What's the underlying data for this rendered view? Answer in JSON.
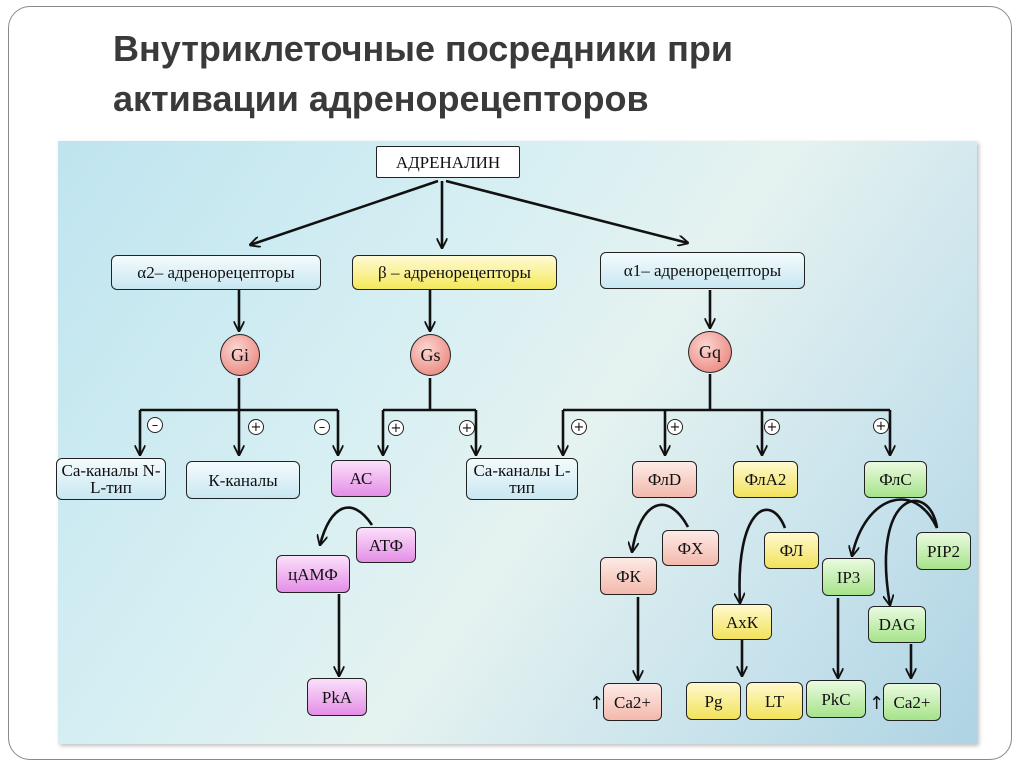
{
  "slide": {
    "title_lines": [
      "Внутриклеточные посредники при",
      "активации адренорецепторов"
    ]
  },
  "diagram": {
    "root": "АДРЕНАЛИН",
    "receptors": {
      "alpha2": "α2– адренорецепторы",
      "beta": "β – адренорецепторы",
      "alpha1": "α1– адренорецепторы"
    },
    "g_proteins": {
      "gi": "Gi",
      "gs": "Gs",
      "gq": "Gq"
    },
    "signs": {
      "minus": "–",
      "plus": "+"
    },
    "effectors": {
      "ca_channels_nl": "Ca-каналы N- L-тип",
      "k_channels": "К-каналы",
      "ac": "АС",
      "ca_channels_l": "Ca-каналы L-тип",
      "fld": "ФлD",
      "fla2": "ФлА2",
      "flc": "ФлС"
    },
    "messengers": {
      "atf": "АТФ",
      "camp": "цАМФ",
      "pka": "PkA",
      "fx": "ФХ",
      "fk": "ФК",
      "ca_left": "Ca2+",
      "fl": "ФЛ",
      "axk": "АхК",
      "pg": "Pg",
      "lt": "LT",
      "pip2": "PIP2",
      "ip3": "IP3",
      "dag": "DAG",
      "pkc": "PkC",
      "ca_right": "Ca2+"
    },
    "up_arrow_symbol": "↑"
  }
}
